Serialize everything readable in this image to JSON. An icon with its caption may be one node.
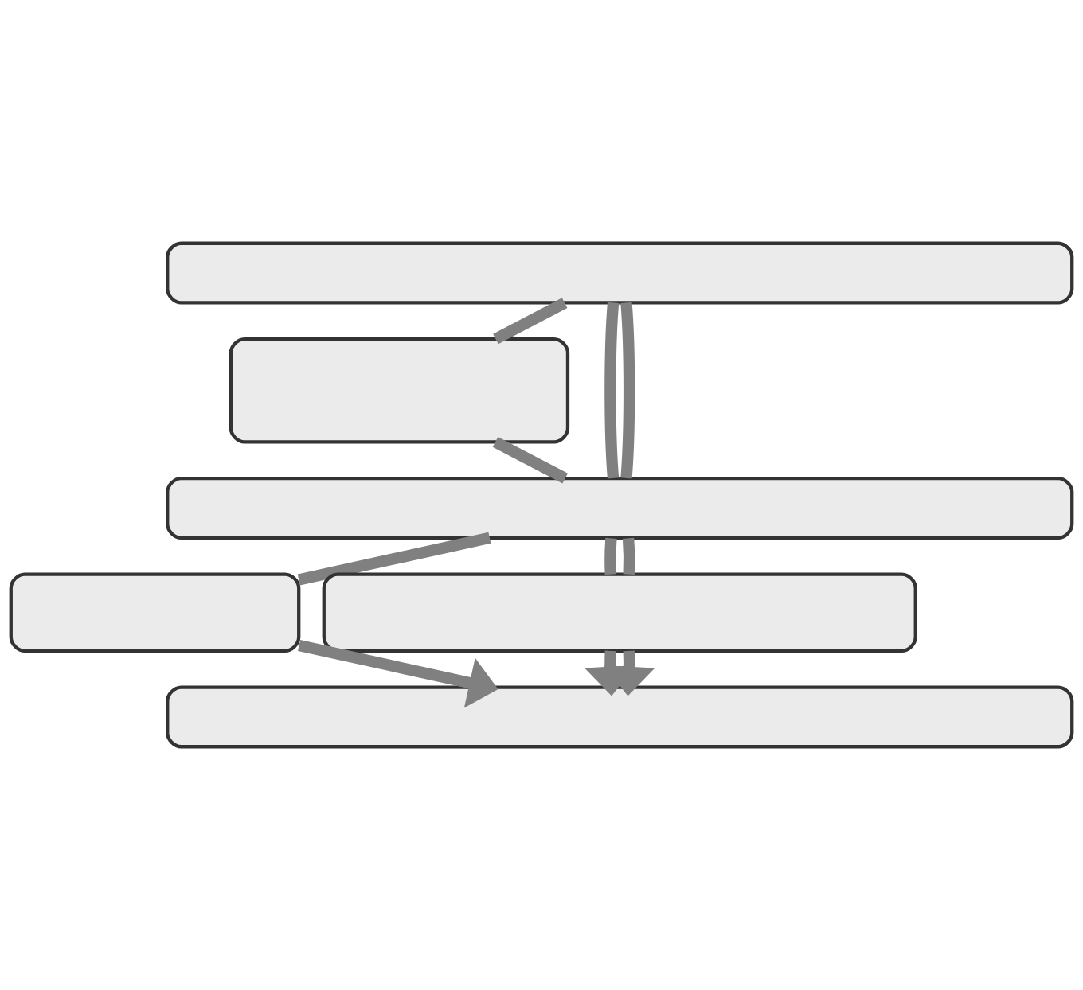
{
  "diagram": {
    "nodes": [
      {
        "text": [],
        "shape": "box"
      },
      {
        "text": [],
        "shape": "box"
      },
      {
        "text": [],
        "shape": "box"
      },
      {
        "text": [],
        "shape": "box"
      },
      {
        "text": [],
        "shape": "box"
      },
      {
        "text": [],
        "shape": "box"
      }
    ],
    "edges": [
      {
        "from": 0,
        "to": 2,
        "arrow": "none"
      },
      {
        "from": 0,
        "to": 2,
        "arrow": "none"
      },
      {
        "from": 0,
        "to": 1,
        "arrow": "none"
      },
      {
        "from": 1,
        "to": 2,
        "arrow": "none"
      },
      {
        "from": 2,
        "to": 3,
        "arrow": "none"
      },
      {
        "from": 2,
        "to": 4,
        "arrow": "none"
      },
      {
        "from": 2,
        "to": 4,
        "arrow": "none"
      },
      {
        "from": 3,
        "to": 5,
        "arrow": "to"
      },
      {
        "from": 4,
        "to": 5,
        "arrow": "to"
      },
      {
        "from": 4,
        "to": 5,
        "arrow": "to"
      }
    ]
  }
}
